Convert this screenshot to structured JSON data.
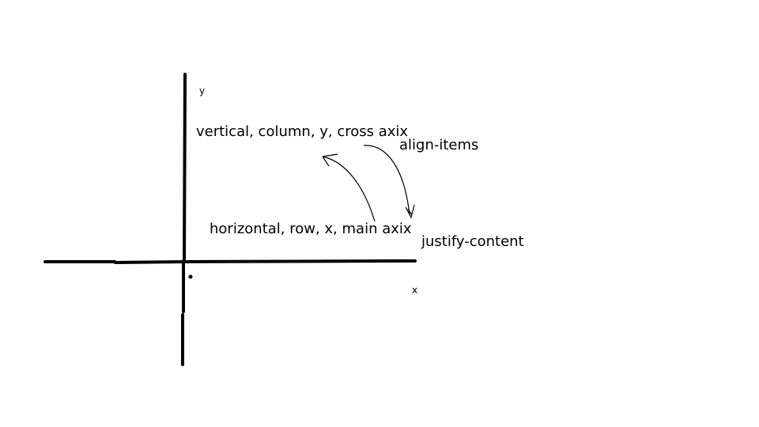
{
  "axes": {
    "y_label": "y",
    "x_label": "x"
  },
  "annotations": {
    "vertical": "vertical, column, y, cross axix",
    "horizontal": "horizontal, row, x, main axix",
    "align_items": "align-items",
    "justify_content": "justify-content"
  },
  "colors": {
    "ink": "#000000",
    "background": "#ffffff"
  }
}
